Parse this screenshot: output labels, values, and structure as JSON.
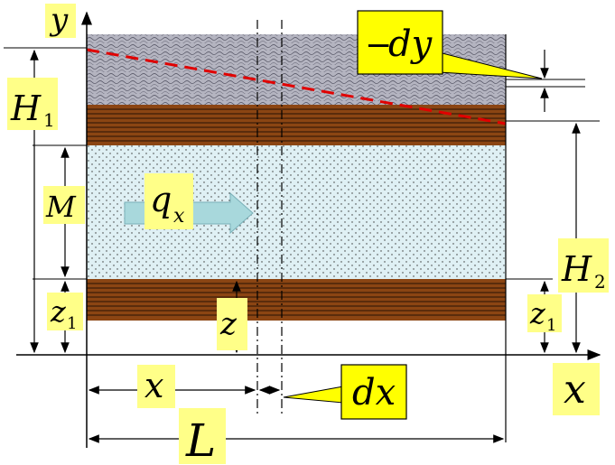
{
  "labels": {
    "y_axis": "y",
    "x_axis": "x",
    "minus": "−",
    "dy": "dy",
    "H": "H",
    "H1_sub": "1",
    "H2_sub": "2",
    "M": "M",
    "q": "q",
    "q_sub": "x",
    "z": "z",
    "z1_sub": "1",
    "x_dim": "x",
    "dx": "dx",
    "L": "L"
  },
  "colors": {
    "clay": "#8B4513",
    "aquifer": "#dff0f4",
    "upper_zone": "#b8b8c4",
    "water_table_line": "#e00000",
    "label_box": "#ffff88",
    "callout_box": "#ffff00",
    "flow_arrow": "#a8d8dc"
  }
}
